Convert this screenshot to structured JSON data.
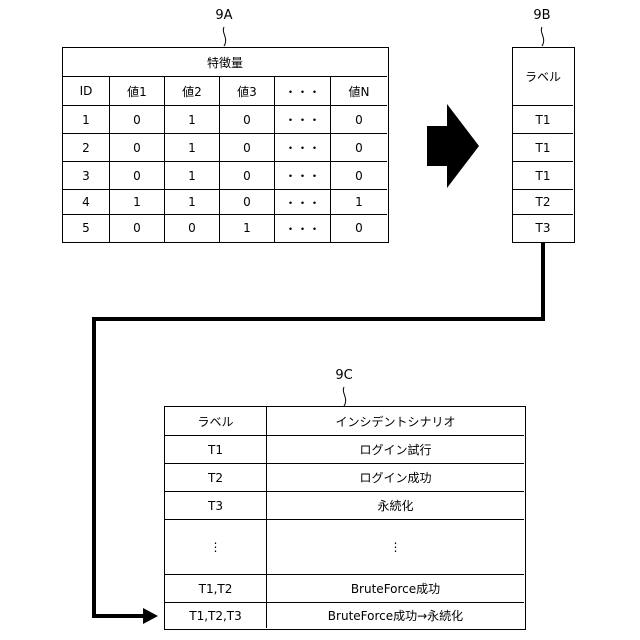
{
  "labels": {
    "a": "9A",
    "b": "9B",
    "c": "9C"
  },
  "table_9a": {
    "title": "特徴量",
    "headers": [
      "ID",
      "値1",
      "値2",
      "値3",
      "・・・",
      "値N"
    ],
    "rows": [
      [
        "1",
        "0",
        "1",
        "0",
        "・・・",
        "0"
      ],
      [
        "2",
        "0",
        "1",
        "0",
        "・・・",
        "0"
      ],
      [
        "3",
        "0",
        "1",
        "0",
        "・・・",
        "0"
      ],
      [
        "4",
        "1",
        "1",
        "0",
        "・・・",
        "1"
      ],
      [
        "5",
        "0",
        "0",
        "1",
        "・・・",
        "0"
      ]
    ]
  },
  "table_9b": {
    "header": "ラベル",
    "rows": [
      "T1",
      "T1",
      "T1",
      "T2",
      "T3"
    ]
  },
  "table_9c": {
    "headers": [
      "ラベル",
      "インシデントシナリオ"
    ],
    "rows": [
      [
        "T1",
        "ログイン試行"
      ],
      [
        "T2",
        "ログイン成功"
      ],
      [
        "T3",
        "永続化"
      ],
      [
        "⋮",
        "⋮"
      ],
      [
        "T1,T2",
        "BruteForce成功"
      ],
      [
        "T1,T2,T3",
        "BruteForce成功→永続化"
      ]
    ]
  }
}
